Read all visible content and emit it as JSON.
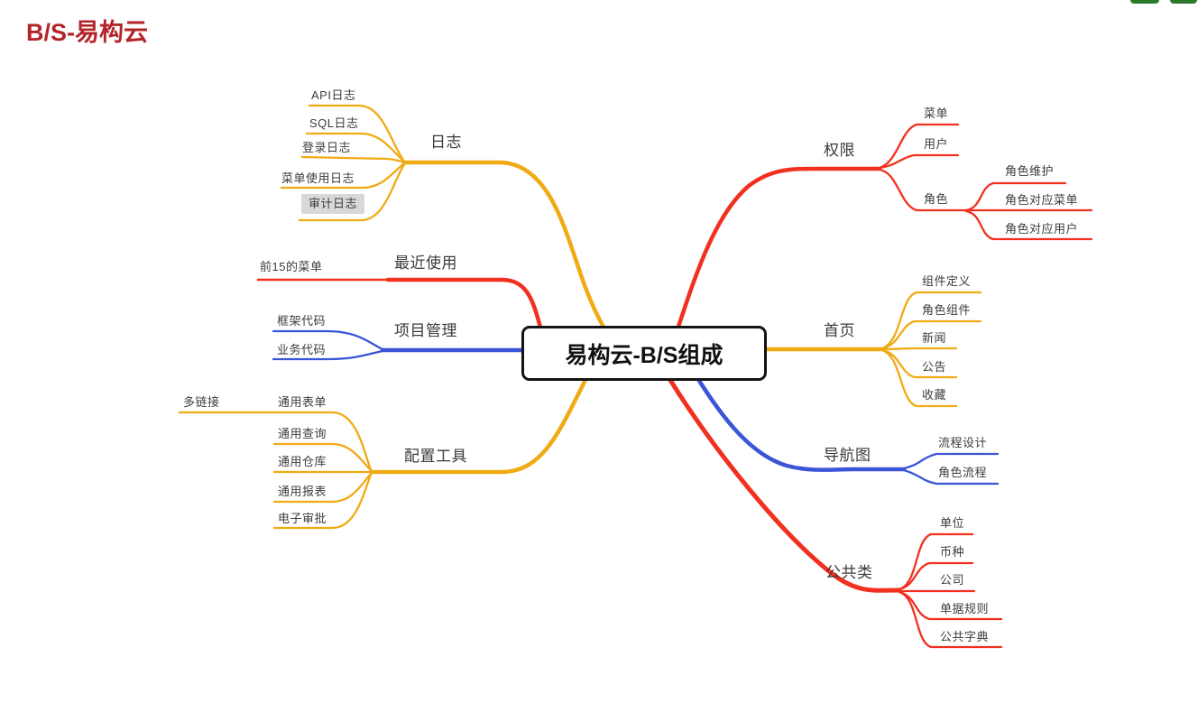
{
  "title": "B/S-易构云",
  "colors": {
    "yellow": "#F0AA14",
    "red": "#F23020",
    "blue": "#3A55D6",
    "title_red": "#B3252A",
    "text": "#3C3C3C",
    "highlight_bg": "#D8D8D8",
    "node_border": "#141414",
    "green_dot": "#2B7A2B"
  },
  "root": {
    "label": "易构云-B/S组成"
  },
  "branches": {
    "logs": {
      "label": "日志",
      "children": {
        "api": "API日志",
        "sql": "SQL日志",
        "login": "登录日志",
        "menu_usage": "菜单使用日志",
        "audit": "审计日志"
      }
    },
    "recent": {
      "label": "最近使用",
      "children": {
        "top15": "前15的菜单"
      }
    },
    "project": {
      "label": "项目管理",
      "children": {
        "framework": "框架代码",
        "business": "业务代码"
      }
    },
    "config": {
      "label": "配置工具",
      "children": {
        "form": "通用表单",
        "multilink": "多链接",
        "query": "通用查询",
        "warehouse": "通用仓库",
        "report": "通用报表",
        "approval": "电子审批"
      }
    },
    "permission": {
      "label": "权限",
      "children": {
        "menu": "菜单",
        "user": "用户",
        "role": "角色",
        "role_maintain": "角色维护",
        "role_menu": "角色对应菜单",
        "role_user": "角色对应用户"
      }
    },
    "home": {
      "label": "首页",
      "children": {
        "component_def": "组件定义",
        "role_component": "角色组件",
        "news": "新闻",
        "notice": "公告",
        "favorite": "收藏"
      }
    },
    "nav": {
      "label": "导航图",
      "children": {
        "flow_design": "流程设计",
        "role_flow": "角色流程"
      }
    },
    "public": {
      "label": "公共类",
      "children": {
        "unit": "单位",
        "currency": "币种",
        "company": "公司",
        "doc_rule": "单据规则",
        "public_dict": "公共字典"
      }
    }
  }
}
